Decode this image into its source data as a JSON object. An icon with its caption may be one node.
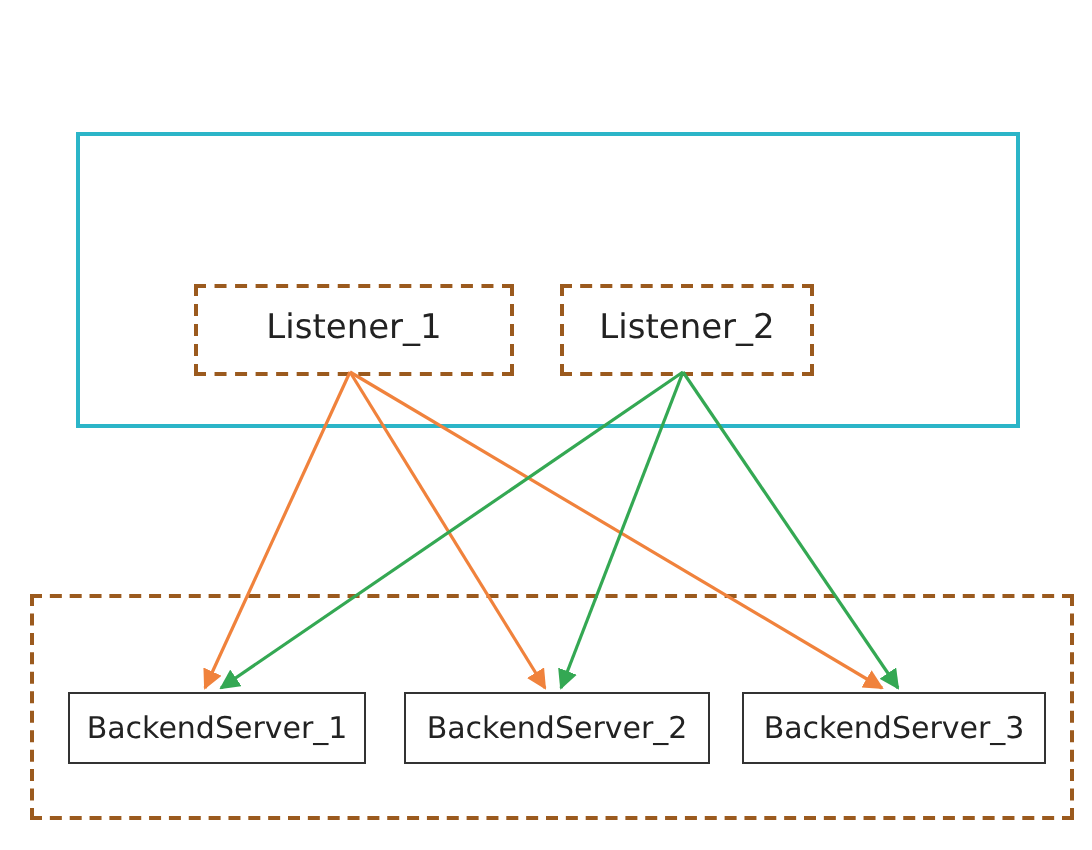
{
  "diagram": {
    "nodes": [
      {
        "text": [],
        "shape": "box"
      },
      {
        "text": [
          "Listener_1"
        ],
        "in": 0
      },
      {
        "text": [
          "Listener_2"
        ],
        "in": 0
      },
      {
        "text": [],
        "shape": "box"
      },
      {
        "text": [
          "BackendServer_1"
        ],
        "in": 3
      },
      {
        "text": [
          "BackendServer_2"
        ],
        "in": 3
      },
      {
        "text": [
          "BackendServer_3"
        ],
        "in": 3
      }
    ],
    "edges": [
      {
        "from": 1,
        "to": 4,
        "arrow": "to",
        "color": "#f0823c"
      },
      {
        "from": 1,
        "to": 5,
        "arrow": "to",
        "color": "#f0823c"
      },
      {
        "from": 1,
        "to": 6,
        "arrow": "to",
        "color": "#f0823c"
      },
      {
        "from": 2,
        "to": 4,
        "arrow": "to",
        "color": "#34a853"
      },
      {
        "from": 2,
        "to": 5,
        "arrow": "to",
        "color": "#34a853"
      },
      {
        "from": 2,
        "to": 6,
        "arrow": "to",
        "color": "#34a853"
      }
    ]
  }
}
